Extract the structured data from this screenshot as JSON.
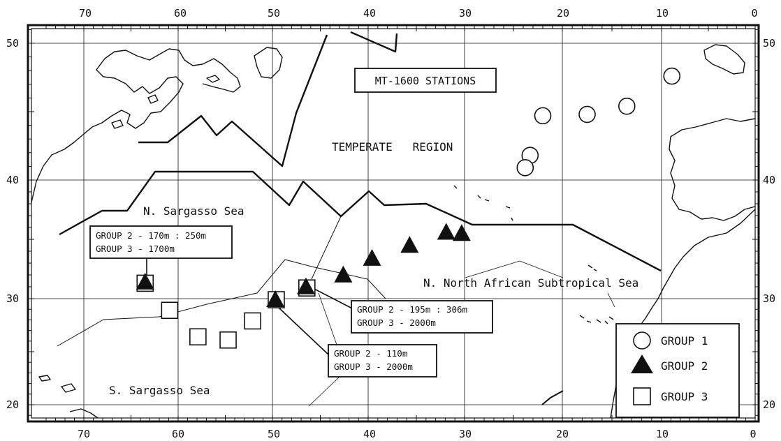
{
  "map_title": "MT-1600 STATIONS",
  "longitude_labels": [
    "70",
    "60",
    "50",
    "40",
    "30",
    "20",
    "10",
    "0"
  ],
  "latitude_labels": [
    "50",
    "40",
    "30",
    "20"
  ],
  "regions": {
    "temperate": "TEMPERATE   REGION",
    "n_sargasso": "N. Sargasso Sea",
    "s_sargasso": "S. Sargasso Sea",
    "n_north_african": "N. North African Subtropical Sea"
  },
  "callouts": {
    "west": {
      "line1": "GROUP 2 - 170m : 250m",
      "line2": "GROUP 3 - 1700m"
    },
    "middle": {
      "line1": "GROUP 2 - 195m : 306m",
      "line2": "GROUP 3 - 2000m"
    },
    "south": {
      "line1": "GROUP 2 - 110m",
      "line2": "GROUP 3 - 2000m"
    }
  },
  "legend": {
    "group1": "GROUP 1",
    "group2": "GROUP 2",
    "group3": "GROUP 3"
  },
  "stations": {
    "group1": [
      [
        8.9,
        47.6
      ],
      [
        13.5,
        45.4
      ],
      [
        17.5,
        44.8
      ],
      [
        22.0,
        44.7
      ],
      [
        23.3,
        41.8
      ],
      [
        23.8,
        40.9
      ]
    ],
    "group2": [
      [
        30.3,
        35.4
      ],
      [
        31.9,
        35.5
      ],
      [
        35.7,
        34.4
      ],
      [
        39.6,
        33.3
      ],
      [
        42.6,
        31.9
      ],
      [
        46.5,
        30.9
      ],
      [
        49.7,
        29.8
      ],
      [
        63.5,
        31.3
      ]
    ],
    "group3": [
      [
        63.5,
        31.3
      ],
      [
        60.9,
        28.9
      ],
      [
        57.9,
        26.4
      ],
      [
        54.7,
        26.1
      ],
      [
        52.1,
        27.9
      ],
      [
        49.6,
        29.9
      ],
      [
        46.4,
        30.9
      ]
    ]
  },
  "colors": {
    "ink": "#111111",
    "paper": "#ffffff"
  }
}
